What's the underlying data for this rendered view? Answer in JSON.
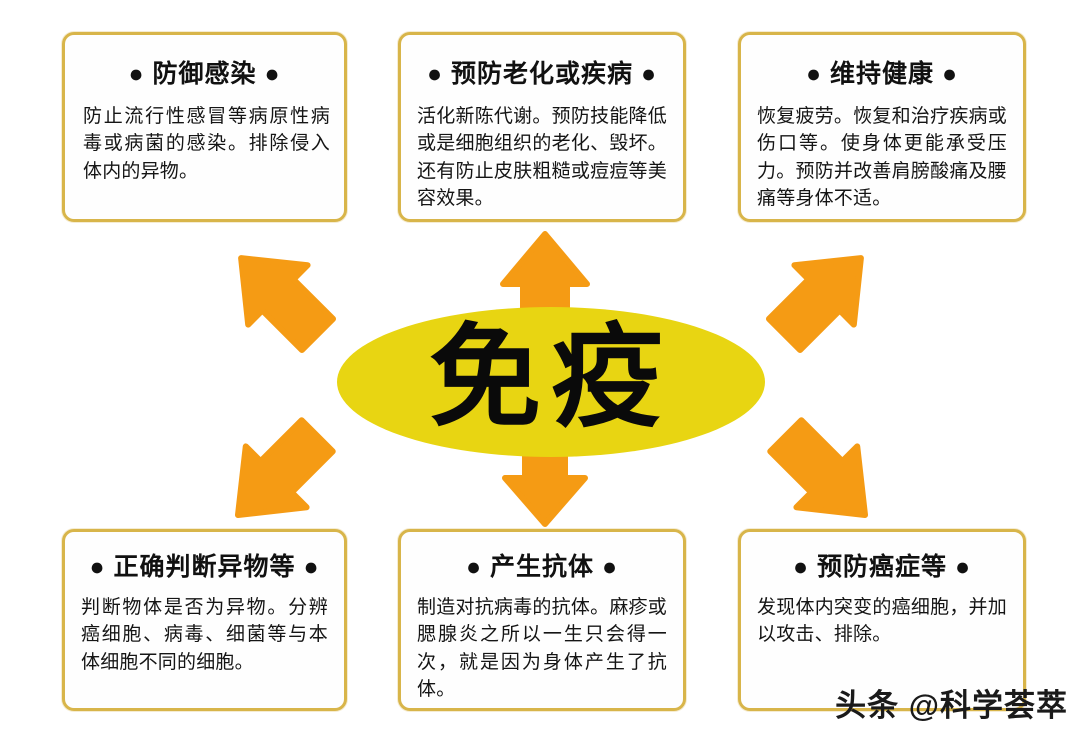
{
  "center": {
    "label": "免疫",
    "fill_color": "#E8D512"
  },
  "colors": {
    "arrow_orange": "#F59B14",
    "box_border_gold": "#D8B54A",
    "center_yellow": "#E8D512",
    "text_black": "#111111",
    "background": "#FFFFFF"
  },
  "boxes": {
    "top_left": {
      "title": "● 防御感染 ●",
      "body": "防止流行性感冒等病原性病毒或病菌的感染。排除侵入体内的异物。"
    },
    "top_center": {
      "title": "● 预防老化或疾病 ●",
      "body": "活化新陈代谢。预防技能降低或是细胞组织的老化、毁坏。还有防止皮肤粗糙或痘痘等美容效果。"
    },
    "top_right": {
      "title": "● 维持健康 ●",
      "body": "恢复疲劳。恢复和治疗疾病或伤口等。使身体更能承受压力。预防并改善肩膀酸痛及腰痛等身体不适。"
    },
    "bottom_left": {
      "title": "● 正确判断异物等 ●",
      "body": "判断物体是否为异物。分辨癌细胞、病毒、细菌等与本体细胞不同的细胞。"
    },
    "bottom_center": {
      "title": "● 产生抗体 ●",
      "body": "制造对抗病毒的抗体。麻疹或腮腺炎之所以一生只会得一次，就是因为身体产生了抗体。"
    },
    "bottom_right": {
      "title": "● 预防癌症等 ●",
      "body": "发现体内突变的癌细胞，并加以攻击、排除。"
    }
  },
  "arrows": [
    {
      "name": "arrow-up-left",
      "direction": "up-left"
    },
    {
      "name": "arrow-up",
      "direction": "up"
    },
    {
      "name": "arrow-up-right",
      "direction": "up-right"
    },
    {
      "name": "arrow-down-left",
      "direction": "down-left"
    },
    {
      "name": "arrow-down",
      "direction": "down"
    },
    {
      "name": "arrow-down-right",
      "direction": "down-right"
    }
  ],
  "watermark": {
    "text": "头条 @科学荟萃"
  }
}
